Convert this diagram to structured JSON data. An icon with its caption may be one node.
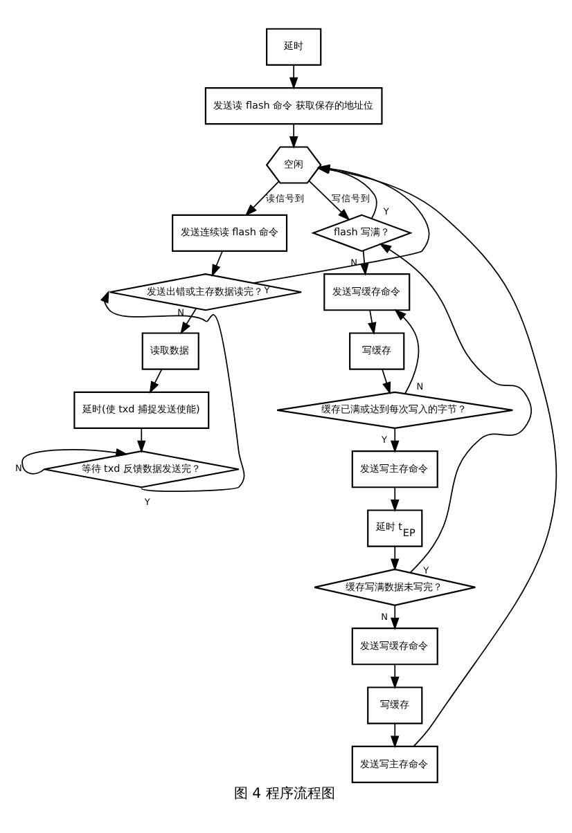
{
  "diagram": {
    "caption": "图 4 程序流程图",
    "nodes": [
      {
        "text": [
          "延时"
        ]
      },
      {
        "text": [
          "发送读 flash 命令 获取保存的地址位"
        ]
      },
      {
        "text": [
          "空闲"
        ]
      },
      {
        "text": [
          "发送连续读 flash 命令"
        ]
      },
      {
        "text": [
          "发送出错或主存数据读完？"
        ]
      },
      {
        "text": [
          "读取数据"
        ]
      },
      {
        "text": [
          "延时(使 txd 捕捉发送使能)"
        ]
      },
      {
        "text": [
          "等待 txd 反馈数据发送完？"
        ]
      },
      {
        "text": [
          "flash 写满？"
        ]
      },
      {
        "text": [
          "发送写缓存命令"
        ]
      },
      {
        "text": [
          "写缓存"
        ]
      },
      {
        "text": [
          "缓存已满或达到每次写入的字节？"
        ]
      },
      {
        "text": [
          "发送写主存命令"
        ]
      },
      {
        "text": [
          "延时 t$_{EP}$"
        ]
      },
      {
        "text": [
          "缓存写满数据未写完？"
        ]
      },
      {
        "text": [
          "发送写缓存命令"
        ]
      },
      {
        "text": [
          "写缓存"
        ]
      },
      {
        "text": [
          "发送写主存命令"
        ]
      }
    ],
    "edges": [
      {
        "from": 0,
        "to": 1,
        "arrow": "to"
      },
      {
        "from": 1,
        "to": 2,
        "arrow": "to"
      },
      {
        "from": 2,
        "to": 3,
        "arrow": "to",
        "label": "读信号到"
      },
      {
        "from": 2,
        "to": 8,
        "arrow": "to",
        "label": "写信号到"
      },
      {
        "from": 3,
        "to": 4,
        "arrow": "to"
      },
      {
        "from": 4,
        "to": 2,
        "arrow": "to",
        "label": "Y"
      },
      {
        "from": 4,
        "to": 5,
        "arrow": "to",
        "label": "N"
      },
      {
        "from": 5,
        "to": 6,
        "arrow": "to"
      },
      {
        "from": 6,
        "to": 7,
        "arrow": "to"
      },
      {
        "from": 7,
        "to": 7,
        "arrow": "to",
        "label": "N"
      },
      {
        "from": 7,
        "to": 4,
        "arrow": "to",
        "label": "Y"
      },
      {
        "from": 8,
        "to": 2,
        "arrow": "to",
        "label": "Y"
      },
      {
        "from": 8,
        "to": 9,
        "arrow": "to",
        "label": "N"
      },
      {
        "from": 9,
        "to": 10,
        "arrow": "to"
      },
      {
        "from": 10,
        "to": 11,
        "arrow": "to"
      },
      {
        "from": 11,
        "to": 9,
        "arrow": "to",
        "label": "N"
      },
      {
        "from": 11,
        "to": 12,
        "arrow": "to",
        "label": "Y"
      },
      {
        "from": 12,
        "to": 13,
        "arrow": "to"
      },
      {
        "from": 13,
        "to": 14,
        "arrow": "to"
      },
      {
        "from": 14,
        "to": 8,
        "arrow": "to",
        "label": "Y"
      },
      {
        "from": 14,
        "to": 15,
        "arrow": "to",
        "label": "N"
      },
      {
        "from": 15,
        "to": 16,
        "arrow": "to"
      },
      {
        "from": 16,
        "to": 17,
        "arrow": "to"
      },
      {
        "from": 17,
        "to": 2,
        "arrow": "to"
      }
    ]
  }
}
